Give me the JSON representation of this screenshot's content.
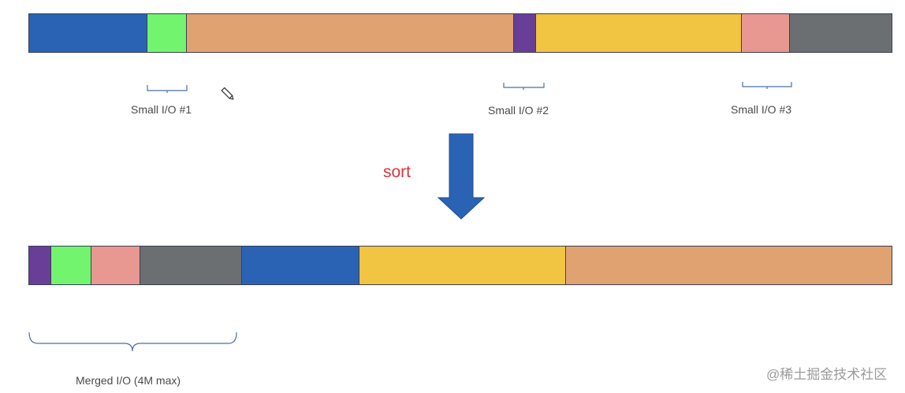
{
  "top_row": {
    "segments": [
      {
        "name": "blue",
        "color": "#2a63b4",
        "width": 150
      },
      {
        "name": "green",
        "color": "#72f46f",
        "width": 50
      },
      {
        "name": "orange",
        "color": "#e0a271",
        "width": 416
      },
      {
        "name": "purple",
        "color": "#693e96",
        "width": 28
      },
      {
        "name": "yellow",
        "color": "#f1c441",
        "width": 262
      },
      {
        "name": "pink",
        "color": "#e89891",
        "width": 61
      },
      {
        "name": "gray",
        "color": "#6c6f72",
        "width": 129
      }
    ],
    "labels": {
      "io1": "Small I/O #1",
      "io2": "Small I/O #2",
      "io3": "Small I/O #3"
    }
  },
  "sort_label": "sort",
  "sort_color": "#d4373d",
  "arrow_color": "#2a63b4",
  "bottom_row": {
    "segments": [
      {
        "name": "purple",
        "color": "#693e96",
        "width": 28
      },
      {
        "name": "green",
        "color": "#72f46f",
        "width": 51
      },
      {
        "name": "pink",
        "color": "#e89891",
        "width": 62
      },
      {
        "name": "gray",
        "color": "#6c6f72",
        "width": 129
      },
      {
        "name": "blue",
        "color": "#2a63b4",
        "width": 150
      },
      {
        "name": "yellow",
        "color": "#f1c441",
        "width": 262
      },
      {
        "name": "orange",
        "color": "#e0a271",
        "width": 414
      }
    ],
    "merged_label": "Merged I/O (4M max)"
  },
  "watermark": "@稀土掘金技术社区"
}
